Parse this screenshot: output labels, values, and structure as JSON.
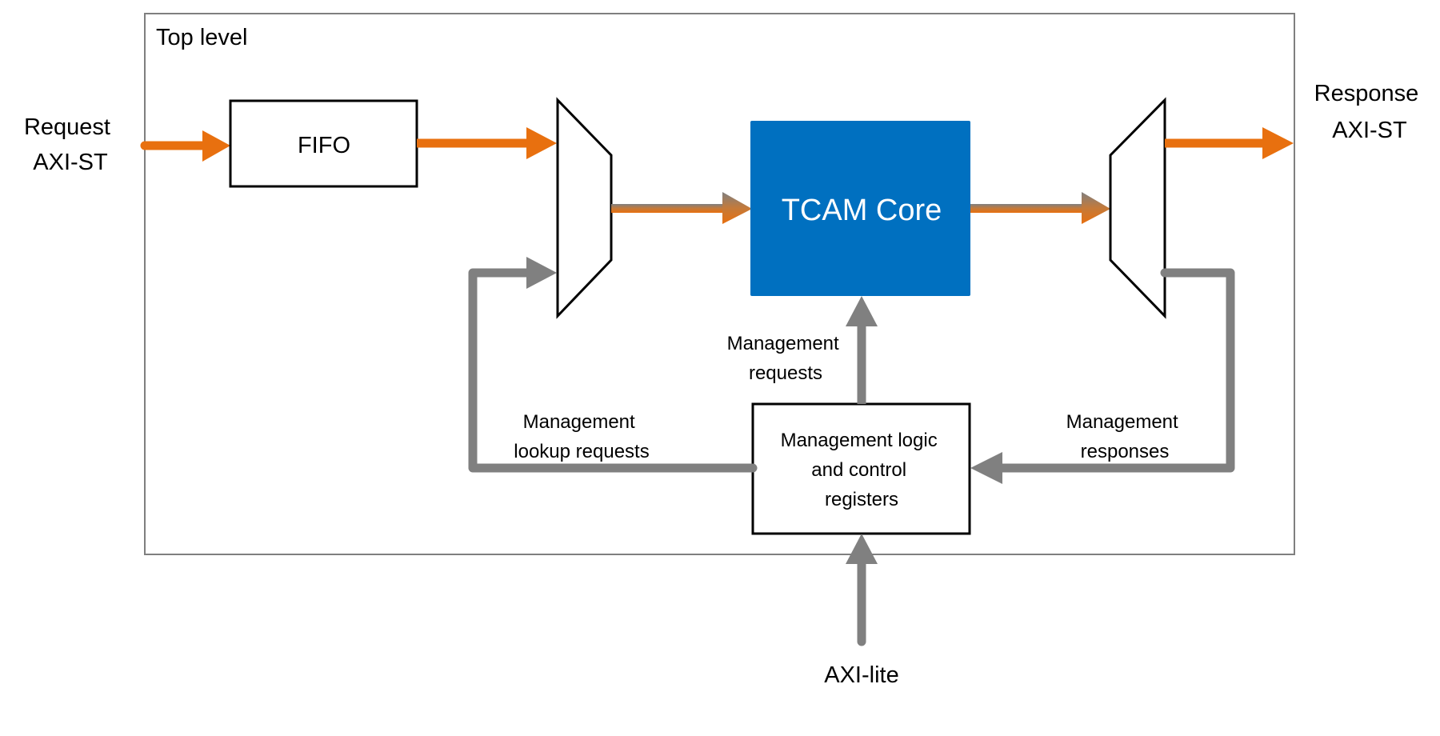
{
  "container": {
    "label": "Top level"
  },
  "blocks": {
    "fifo": {
      "label": "FIFO"
    },
    "tcam_core": {
      "label": "TCAM Core"
    },
    "mgmt_logic": {
      "lines": [
        "Management logic",
        "and control",
        "registers"
      ]
    }
  },
  "ports": {
    "request": {
      "lines": [
        "Request",
        "AXI-ST"
      ]
    },
    "response": {
      "lines": [
        "Response",
        "AXI-ST"
      ]
    },
    "axi_lite": {
      "label": "AXI-lite"
    }
  },
  "signals": {
    "mgmt_requests": {
      "lines": [
        "Management",
        "requests"
      ]
    },
    "mgmt_lookup_requests": {
      "lines": [
        "Management",
        "lookup requests"
      ]
    },
    "mgmt_responses": {
      "lines": [
        "Management",
        "responses"
      ]
    }
  },
  "colors": {
    "data_path": "#E8700F",
    "mgmt_path": "#808080",
    "tcam_fill": "#0070C0",
    "container_border": "#7F7F7F"
  }
}
